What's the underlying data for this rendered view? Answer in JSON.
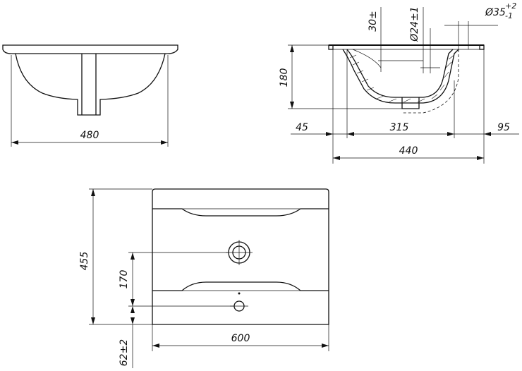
{
  "dimensions": {
    "width_480": "480",
    "height_180": "180",
    "offset_45": "45",
    "depth_315": "315",
    "offset_95": "95",
    "depth_440": "440",
    "drain_30": "30±",
    "drain_dia": "Ø24±1",
    "hole_dia_base": "Ø35",
    "hole_tol_plus": "+2",
    "hole_tol_minus": "-1",
    "depth_455": "455",
    "dist_170": "170",
    "width_600": "600",
    "offset_62": "62±2"
  }
}
